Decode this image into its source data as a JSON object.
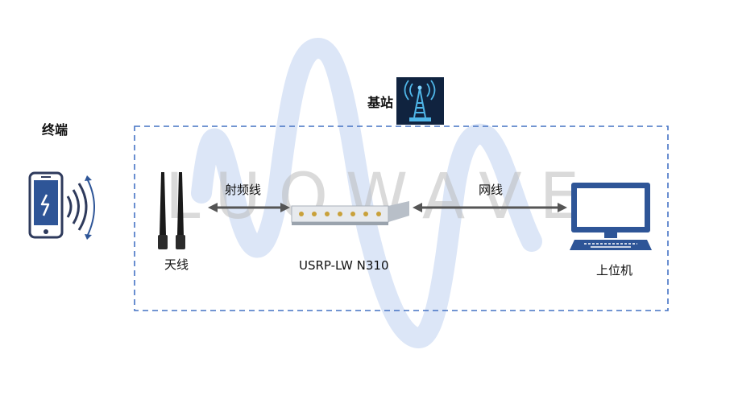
{
  "terminal": {
    "label": "终端"
  },
  "base_station": {
    "label": "基站"
  },
  "antenna": {
    "label": "天线"
  },
  "rf_cable": {
    "label": "射频线"
  },
  "usrp": {
    "label": "USRP-LW N310"
  },
  "network_cable": {
    "label": "网线"
  },
  "host": {
    "label": "上位机"
  },
  "watermark": {
    "text": "LUOWAVE"
  },
  "colors": {
    "accent": "#2e5597",
    "dashed_border": "#4472c4",
    "arrow": "#555555",
    "watermark_wave": "#dce6f7"
  }
}
